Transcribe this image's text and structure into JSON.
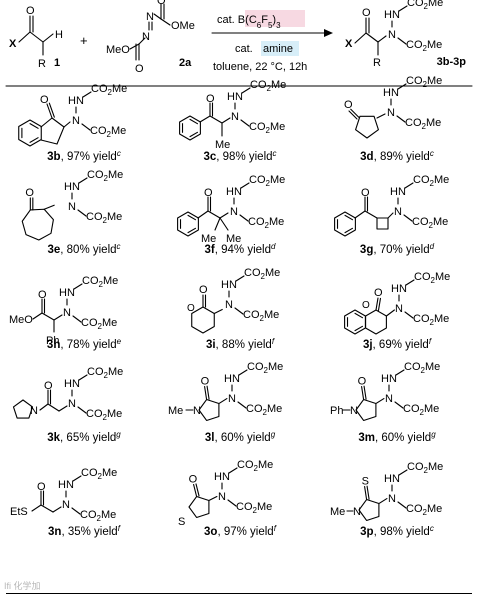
{
  "scheme": {
    "reactant1_label": "1",
    "reactant2_label": "2a",
    "product_label": "3b-3p",
    "plus": "+",
    "substituent_x": "X",
    "substituent_r": "R",
    "h_atom": "H",
    "ester_ome": "OMe",
    "ester_meo": "MeO",
    "catalyst_prefix": "cat.",
    "catalyst_name": "B(C6F5)3",
    "co_catalyst_name": "amine",
    "conditions": "toluene, 22 °C, 12h",
    "highlight_colors": {
      "catalyst": "#f7d9e2",
      "amine": "#d7eef8"
    }
  },
  "common_fragments": {
    "hn": "HN",
    "n": "N",
    "co2me": "CO2Me",
    "me": "Me",
    "ph": "Ph",
    "o": "O",
    "s": "S",
    "ets": "EtS",
    "meo": "MeO"
  },
  "products": [
    {
      "id": "3b",
      "yield": "97%",
      "note": "c"
    },
    {
      "id": "3c",
      "yield": "98%",
      "note": "c"
    },
    {
      "id": "3d",
      "yield": "89%",
      "note": "c"
    },
    {
      "id": "3e",
      "yield": "80%",
      "note": "c"
    },
    {
      "id": "3f",
      "yield": "94%",
      "note": "d"
    },
    {
      "id": "3g",
      "yield": "70%",
      "note": "d"
    },
    {
      "id": "3h",
      "yield": "78%",
      "note": "e"
    },
    {
      "id": "3i",
      "yield": "88%",
      "note": "f"
    },
    {
      "id": "3j",
      "yield": "69%",
      "note": "f"
    },
    {
      "id": "3k",
      "yield": "65%",
      "note": "g"
    },
    {
      "id": "3l",
      "yield": "60%",
      "note": "g"
    },
    {
      "id": "3m",
      "yield": "60%",
      "note": "g"
    },
    {
      "id": "3n",
      "yield": "35%",
      "note": "f"
    },
    {
      "id": "3o",
      "yield": "97%",
      "note": "f"
    },
    {
      "id": "3p",
      "yield": "98%",
      "note": "c"
    }
  ],
  "yield_word": "yield",
  "watermark": "Ifi 化学加"
}
